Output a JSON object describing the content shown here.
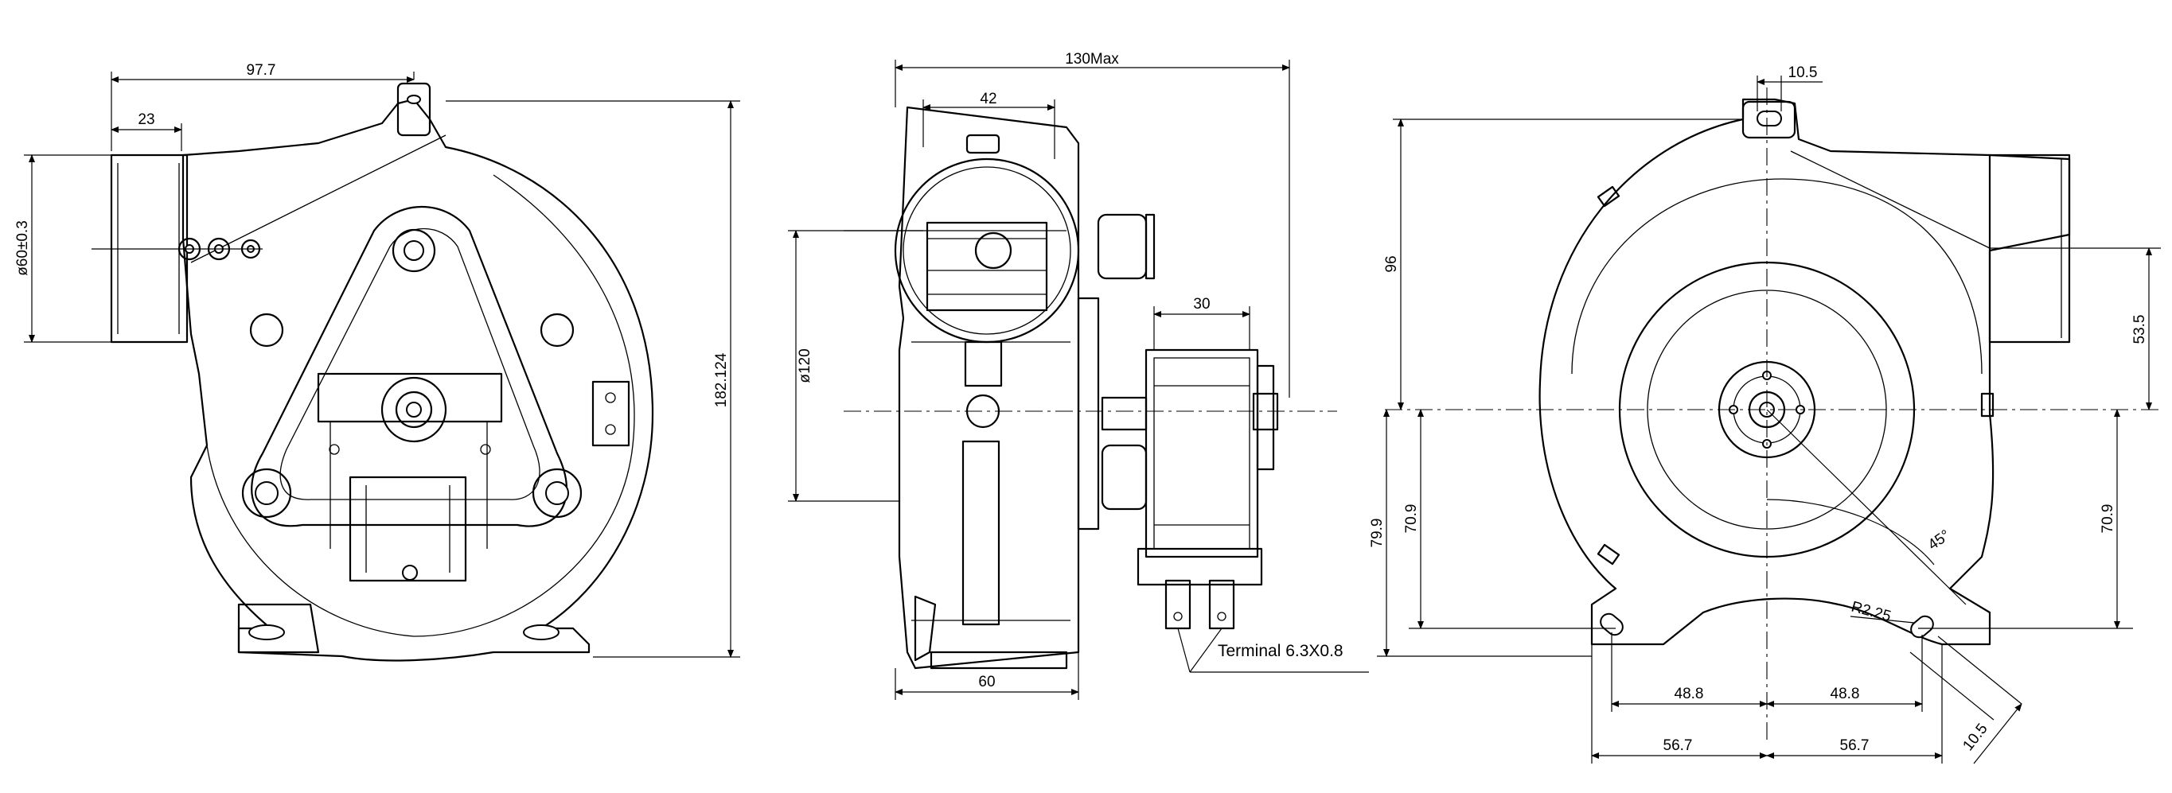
{
  "left_view": {
    "dim_width_total": "97.7",
    "dim_width_inlet": "23",
    "dim_inlet_diameter": "ø60±0.3",
    "dim_height": "182.124"
  },
  "middle_view": {
    "dim_overall_length": "130Max",
    "dim_inlet_offset": "42",
    "dim_housing_diameter": "ø120",
    "dim_motor_width": "30",
    "dim_depth": "60",
    "terminal_note": "Terminal 6.3X0.8"
  },
  "right_view": {
    "dim_lug_width": "10.5",
    "dim_top_height": "96",
    "dim_outlet_offset": "53.5",
    "dim_foot_height_a": "79.9",
    "dim_foot_height_b": "70.9",
    "dim_foot_height_c": "70.9",
    "dim_angle": "45°",
    "dim_radius": "R2.25",
    "dim_hole_spacing_left": "48.8",
    "dim_hole_spacing_right": "48.8",
    "dim_foot_spacing_left": "56.7",
    "dim_foot_spacing_right": "56.7",
    "dim_slot_width": "10.5"
  }
}
